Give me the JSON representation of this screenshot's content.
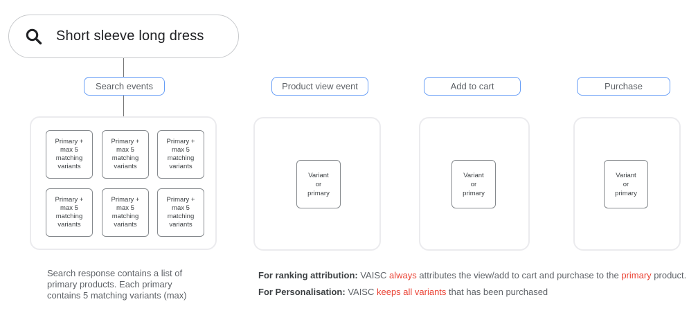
{
  "search": {
    "query": "Short sleeve long dress",
    "icon": "search-icon"
  },
  "colors": {
    "label_border_blue": "#669df6",
    "container_border_gray": "#ebebee",
    "box_border_gray": "#85898d",
    "text_gray": "#5f6368",
    "text_dark": "#202124",
    "highlight_red": "#ea4335",
    "connector_gray": "#757575"
  },
  "columns": [
    {
      "label": "Search events",
      "boxes": [
        "Primary +\nmax 5\nmatching\nvariants",
        "Primary +\nmax 5\nmatching\nvariants",
        "Primary +\nmax 5\nmatching\nvariants",
        "Primary +\nmax 5\nmatching\nvariants",
        "Primary +\nmax 5\nmatching\nvariants",
        "Primary +\nmax 5\nmatching\nvariants"
      ]
    },
    {
      "label": "Product view event",
      "boxes": [
        "Variant\nor\nprimary"
      ]
    },
    {
      "label": "Add to cart",
      "boxes": [
        "Variant\nor\nprimary"
      ]
    },
    {
      "label": "Purchase",
      "boxes": [
        "Variant\nor\nprimary"
      ]
    }
  ],
  "notes": {
    "search_note": "Search response contains a list of\nprimary products. Each primary\ncontains 5 matching variants (max)",
    "ranking": {
      "parts": [
        "For ranking attribution:",
        " VAISC ",
        "always",
        " attributes the view/add to cart and purchase to the ",
        "primary",
        " product."
      ]
    },
    "personalisation": {
      "parts": [
        "For Personalisation:",
        " VAISC ",
        "keeps all variants",
        " that has been purchased"
      ]
    }
  }
}
